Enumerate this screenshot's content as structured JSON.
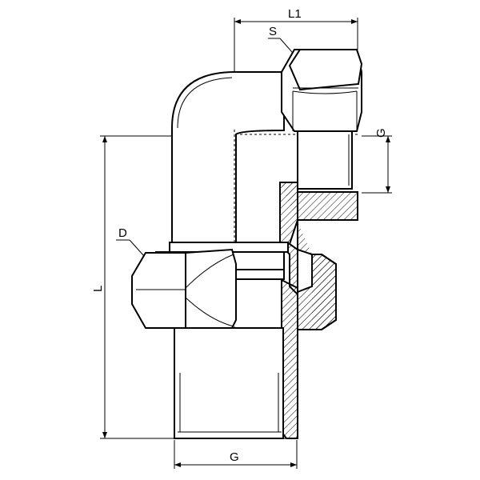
{
  "drawing": {
    "labels": {
      "top_length": "L1",
      "nut_top": "S",
      "side_thread": "G",
      "nut_bottom": "D",
      "height": "L",
      "bottom_thread": "G"
    },
    "hatch_color": "#000000",
    "line_color": "#000000",
    "background": "#ffffff"
  }
}
